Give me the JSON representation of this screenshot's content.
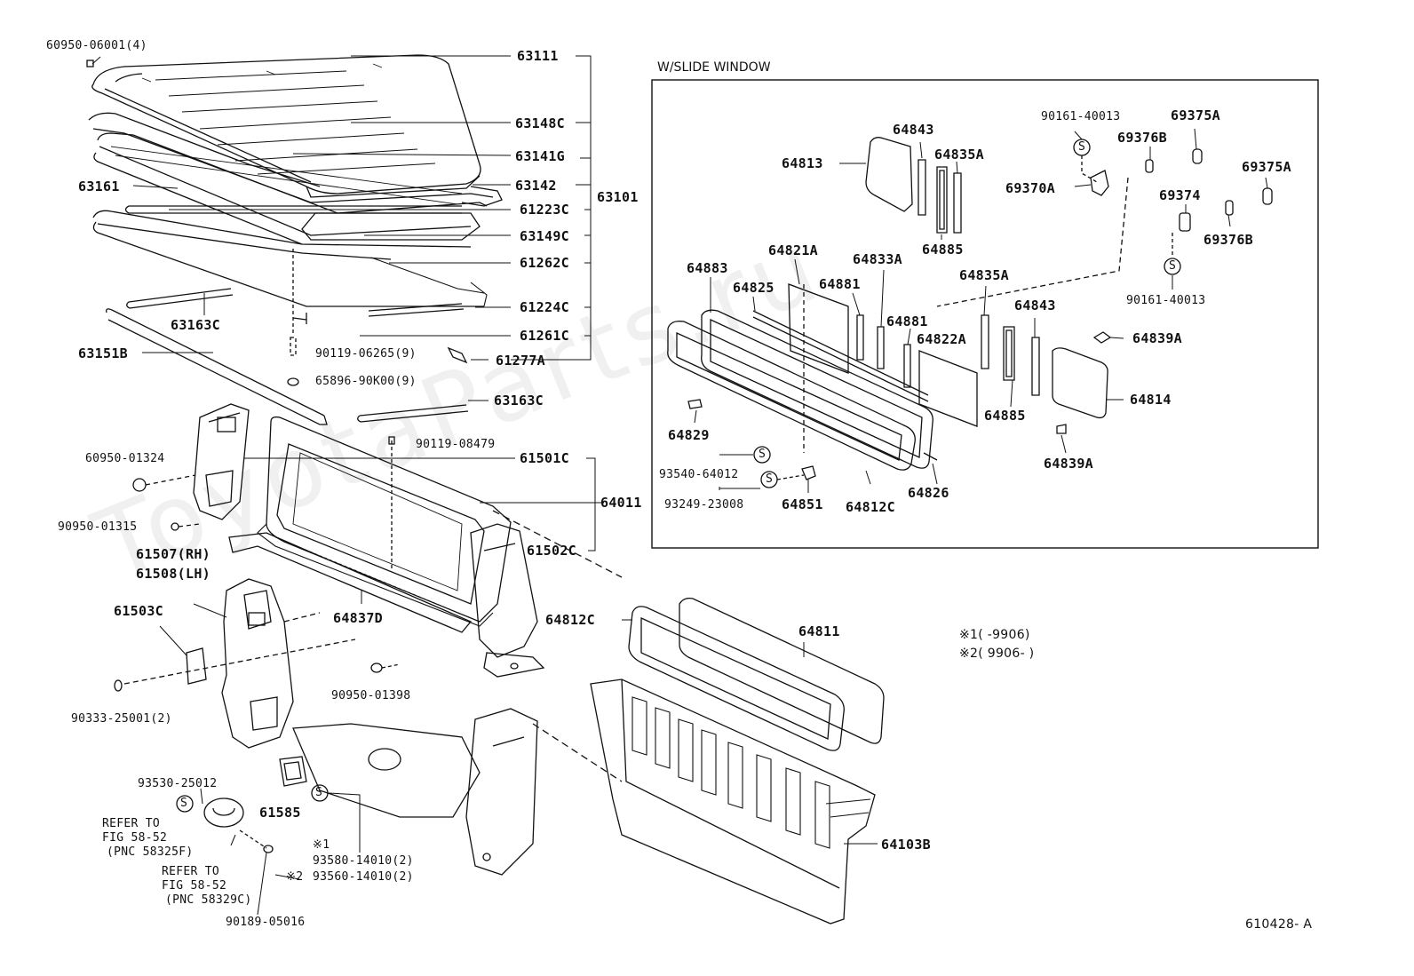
{
  "watermark": "ToyotaParts.ru",
  "inset": {
    "title": "W/SLIDE WINDOW"
  },
  "footnotes": {
    "n1": "※1(         -9906)",
    "n2": "※2( 9906-         )"
  },
  "figure_code": "610428- A",
  "labels": {
    "p6095006001": "60950-06001(4)",
    "p63111": "63111",
    "p63148c": "63148C",
    "p63141g": "63141G",
    "p63142": "63142",
    "p63101": "63101",
    "p63161": "63161",
    "p61223c": "61223C",
    "p63149c": "63149C",
    "p61262c": "61262C",
    "p61224c": "61224C",
    "p63163c_a": "63163C",
    "p61261c": "61261C",
    "p63151b": "63151B",
    "p9011906265": "90119-06265(9)",
    "p61277a": "61277A",
    "p6589690k00": "65896-90K00(9)",
    "p63163c_b": "63163C",
    "p9011908479": "90119-08479",
    "p6095001324": "60950-01324",
    "p61501c": "61501C",
    "p64011": "64011",
    "p9095001315": "90950-01315",
    "p61502c": "61502C",
    "p61507": "61507(RH)",
    "p61508": "61508(LH)",
    "p61503c": "61503C",
    "p64837d": "64837D",
    "p64812c_main": "64812C",
    "p64811": "64811",
    "p9095001398": "90950-01398",
    "p9033325001": "90333-25001(2)",
    "p9353025012": "93530-25012",
    "refer1_a": "REFER TO",
    "refer1_b": "FIG 58-52",
    "refer1_c": "(PNC 58325F)",
    "refer2_a": "REFER TO",
    "refer2_b": "FIG 58-52",
    "refer2_c": "(PNC 58329C)",
    "p61585": "61585",
    "n1mark": "※1",
    "p9358014010": "93580-14010(2)",
    "n2mark": "※2",
    "p9356014010": "93560-14010(2)",
    "p9018905016": "90189-05016",
    "p64103b": "64103B",
    "w64843a": "64843",
    "w64813": "64813",
    "w64835a_1": "64835A",
    "w9016140013_a": "90161-40013",
    "w69375a_1": "69375A",
    "w69376b_1": "69376B",
    "w69375a_2": "69375A",
    "w69370a": "69370A",
    "w69374": "69374",
    "w69376b_2": "69376B",
    "w64885_a": "64885",
    "w64821a": "64821A",
    "w64833a": "64833A",
    "w64883": "64883",
    "w64825": "64825",
    "w64881_a": "64881",
    "w64835a_2": "64835A",
    "w9016140013_b": "90161-40013",
    "w64881_b": "64881",
    "w64843b": "64843",
    "w64822a": "64822A",
    "w64839a_1": "64839A",
    "w64885_b": "64885",
    "w64814": "64814",
    "w64829": "64829",
    "w9354064012": "93540-64012",
    "w64826": "64826",
    "w64839a_2": "64839A",
    "w9324923008": "93249-23008",
    "w64851": "64851",
    "w64812c": "64812C"
  }
}
